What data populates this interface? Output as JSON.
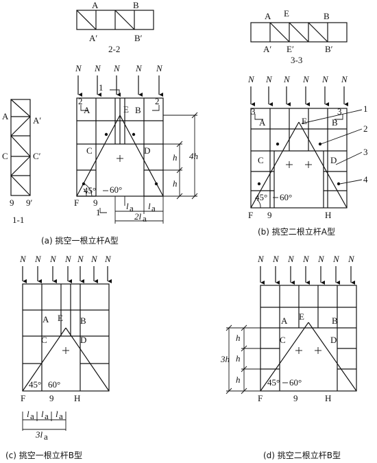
{
  "loads": {
    "symbol": "N"
  },
  "section_11": {
    "title": "1-1",
    "left_labels": [
      "A",
      "C",
      "9"
    ],
    "right_labels": [
      "A′",
      "C′",
      "9′"
    ]
  },
  "section_22": {
    "title": "2-2",
    "top_labels": [
      "A",
      "B"
    ],
    "bottom_labels": [
      "A′",
      "B′"
    ]
  },
  "section_33": {
    "title": "3-3",
    "top_labels": [
      "A",
      "E",
      "B"
    ],
    "bottom_labels": [
      "A′",
      "E′",
      "B′"
    ]
  },
  "diagram_a": {
    "caption": "(a) 挑空一根立杆A型",
    "labels": {
      "A": "A",
      "B": "B",
      "C": "C",
      "D": "D",
      "E": "E",
      "F": "F",
      "nine": "9"
    },
    "cut_marks": [
      "1",
      "1",
      "2",
      "2"
    ],
    "angles": {
      "low": "45°",
      "high": "60°"
    },
    "dims": {
      "h1": "h",
      "h2": "h",
      "h4": "4h",
      "la1": "l",
      "la2": "l",
      "la_sub": "a",
      "two_la": "2l"
    }
  },
  "diagram_b": {
    "caption": "(b) 挑空二根立杆A型",
    "labels": {
      "A": "A",
      "B": "B",
      "C": "C",
      "D": "D",
      "E": "E",
      "F": "F",
      "H": "H",
      "nine": "9"
    },
    "cut_marks": [
      "3",
      "3"
    ],
    "callouts": [
      "1",
      "2",
      "3",
      "4"
    ],
    "angles": {
      "low": "45°",
      "high": "60°"
    }
  },
  "diagram_c": {
    "caption": "(c) 挑空一根立杆B型",
    "labels": {
      "A": "A",
      "B": "B",
      "C": "C",
      "D": "D",
      "E": "E",
      "F": "F",
      "H": "H",
      "nine": "9"
    },
    "angles": {
      "low": "45°",
      "high": "60°"
    },
    "dims": {
      "la": "l",
      "la_sub": "a",
      "three_la": "3l"
    }
  },
  "diagram_d": {
    "caption": "(d) 挑空二根立杆B型",
    "labels": {
      "A": "A",
      "B": "B",
      "C": "C",
      "D": "D",
      "E": "E",
      "F": "F",
      "H": "H",
      "nine": "9"
    },
    "angles": {
      "low": "45°",
      "high": "60°"
    },
    "dims": {
      "h": "h",
      "three_h": "3h"
    }
  }
}
